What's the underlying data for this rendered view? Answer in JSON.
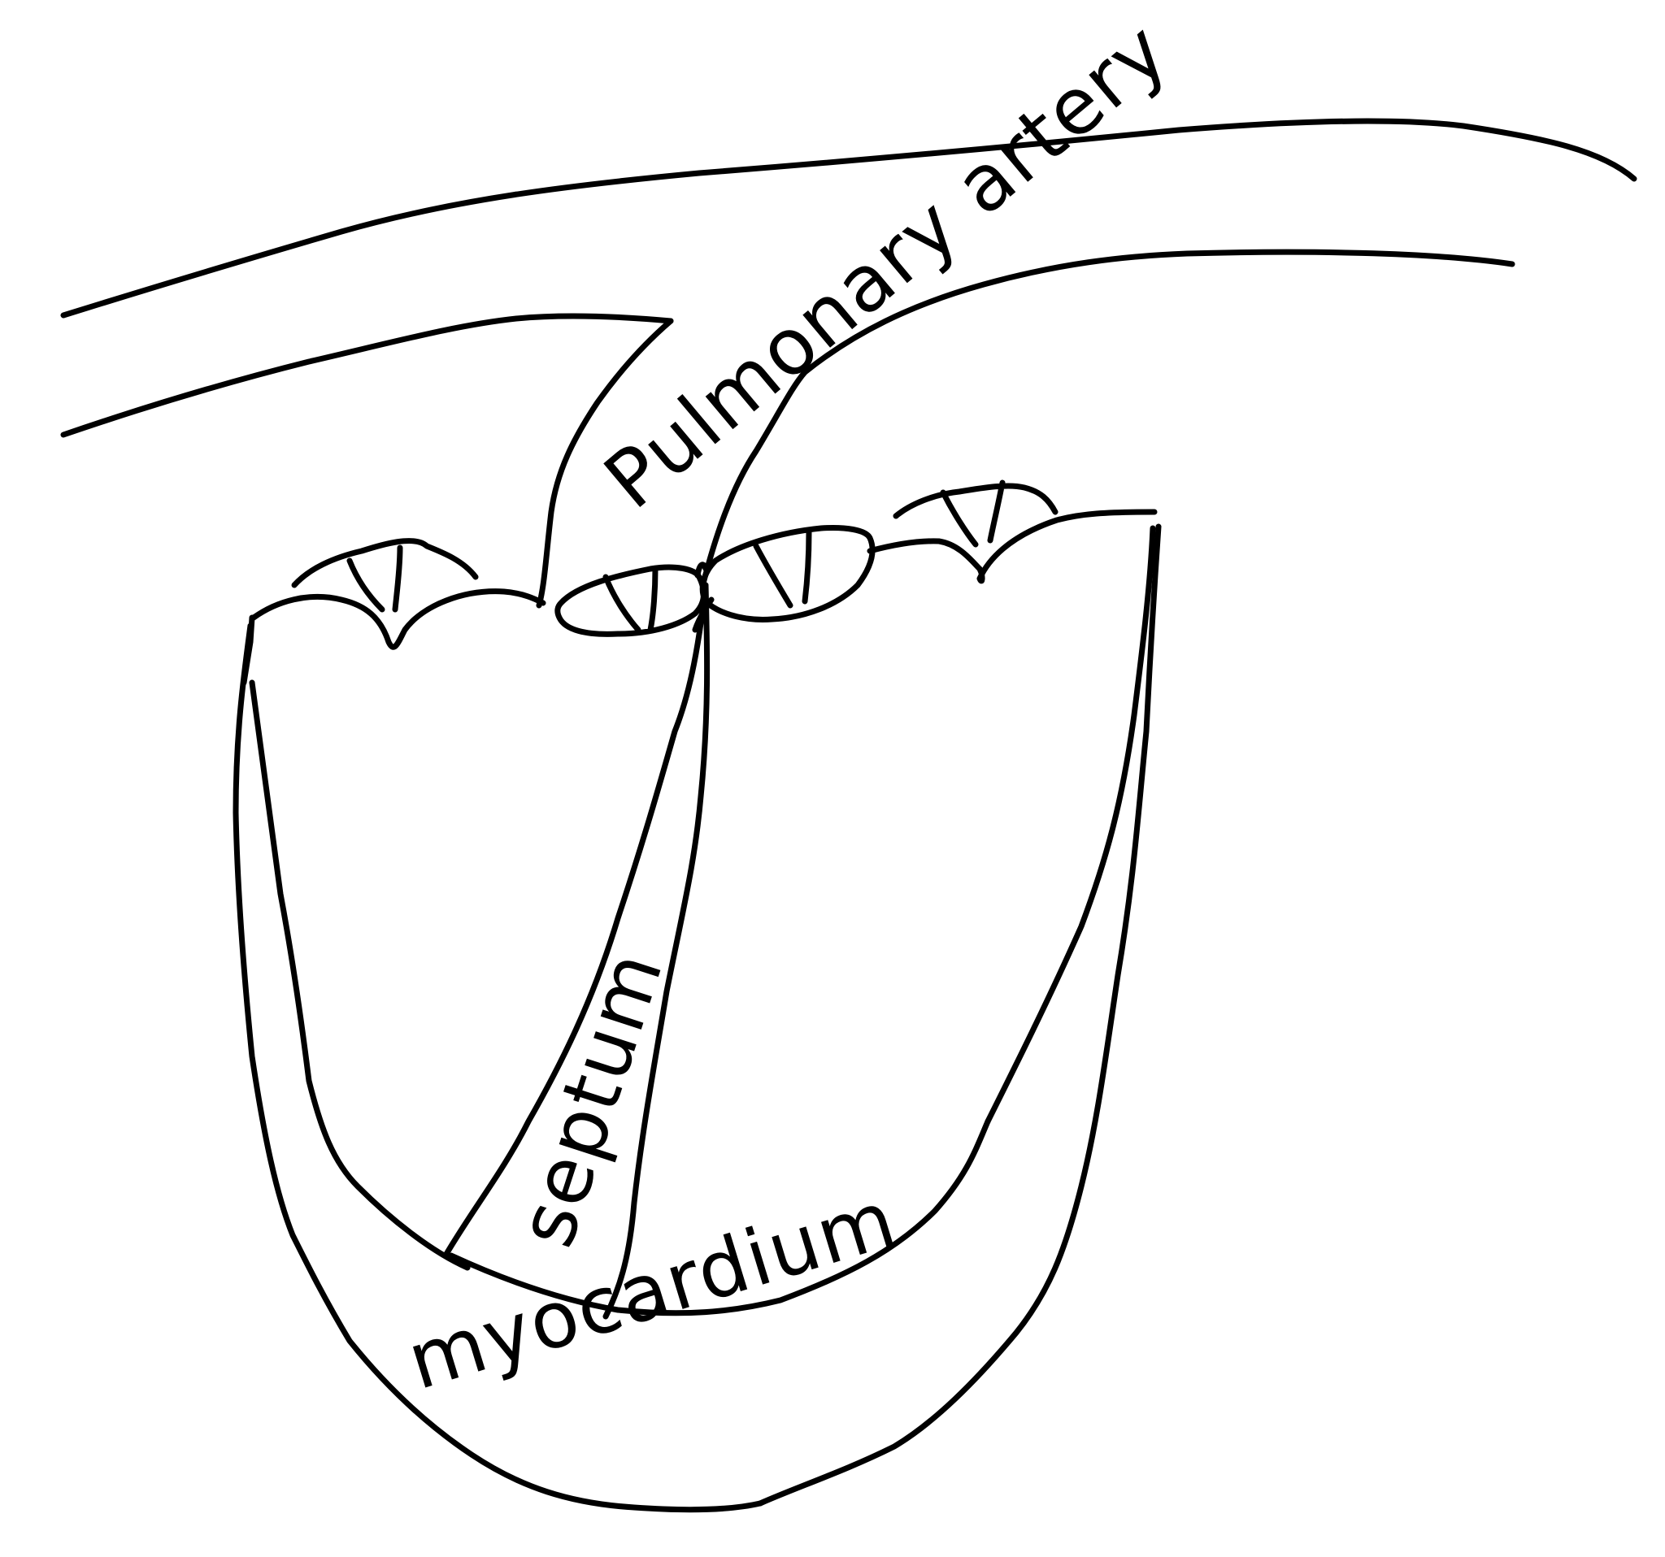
{
  "diagram": {
    "labels": {
      "pulmonary_artery": "Pulmonary artery",
      "septum": "septum",
      "myocardium": "myocardium"
    },
    "colors": {
      "background": "#ffffff",
      "ink": "#000000"
    }
  }
}
